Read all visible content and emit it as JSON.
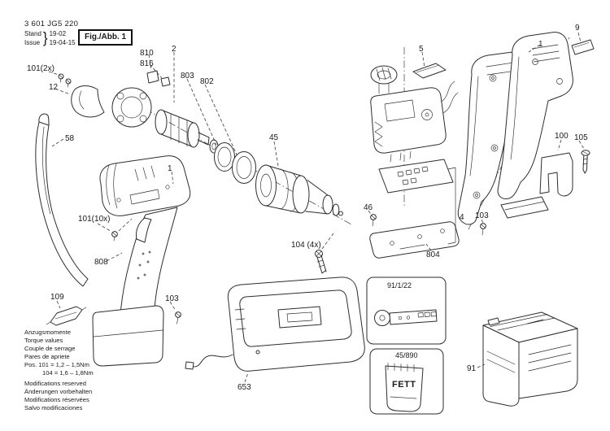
{
  "doc": {
    "part_number": "3 601 JG5 220",
    "stand_label": "Stand",
    "issue_label": "Issue",
    "stand_value": "19-02",
    "issue_value": "19-04-15",
    "figure_label": "Fig./Abb. 1"
  },
  "labels": [
    {
      "text": "101(2x)"
    },
    {
      "text": "12"
    },
    {
      "text": "58"
    },
    {
      "text": "810"
    },
    {
      "text": "816"
    },
    {
      "text": "2"
    },
    {
      "text": "803"
    },
    {
      "text": "802"
    },
    {
      "text": "1"
    },
    {
      "text": "45"
    },
    {
      "text": "101(10x)"
    },
    {
      "text": "808"
    },
    {
      "text": "104 (4x)"
    },
    {
      "text": "109"
    },
    {
      "text": "103"
    },
    {
      "text": "653"
    },
    {
      "text": "5"
    },
    {
      "text": "9"
    },
    {
      "text": "1"
    },
    {
      "text": "100"
    },
    {
      "text": "105"
    },
    {
      "text": "46"
    },
    {
      "text": "4"
    },
    {
      "text": "103"
    },
    {
      "text": "804"
    },
    {
      "text": "91/1/22"
    },
    {
      "text": "45/890"
    },
    {
      "text": "FETT"
    },
    {
      "text": "91"
    }
  ],
  "notes": {
    "torque_heading": [
      "Anzugsmomente",
      "Torque values",
      "Couple de serrage",
      "Pares de apriete"
    ],
    "torque_line1": "Pos. 101 = 1,2 – 1,5Nm",
    "torque_line2": "104 = 1,6 – 1,8Nm",
    "modifications": [
      "Modifications reserved",
      "Änderungen vorbehalten",
      "Modifications réservées",
      "Salvo modificaciones"
    ]
  },
  "colors": {
    "line": "#2d2d2d",
    "background": "#ffffff"
  }
}
